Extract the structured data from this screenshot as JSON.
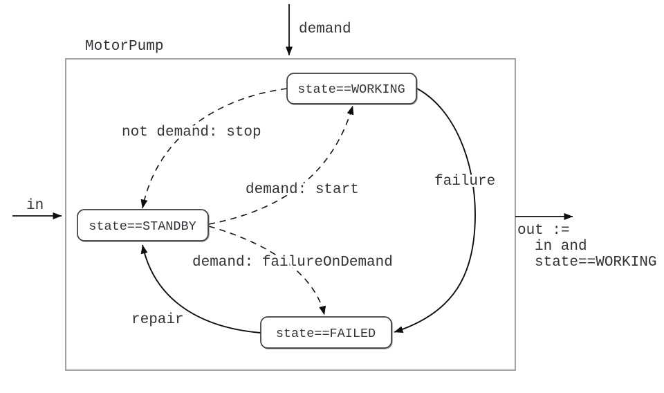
{
  "diagram": {
    "title": "MotorPump",
    "colors": {
      "background": "#ffffff",
      "line": "#0d0d0d",
      "frame_border": "#6f6f6f",
      "state_border": "#3a3a3a",
      "text": "#323238"
    },
    "inputs": {
      "demand": {
        "label": "demand"
      },
      "in": {
        "label": "in"
      }
    },
    "output": {
      "line1": "out :=",
      "line2": "in and",
      "line3": "state==WORKING"
    },
    "states": {
      "working": {
        "label": "state==WORKING"
      },
      "standby": {
        "label": "state==STANDBY"
      },
      "failed": {
        "label": "state==FAILED"
      }
    },
    "transitions": {
      "stop": {
        "label": "not demand: stop",
        "from": "working",
        "to": "standby",
        "line": "dashed"
      },
      "start": {
        "label": "demand: start",
        "from": "standby",
        "to": "working",
        "line": "dashed"
      },
      "failure_on_demand": {
        "label": "demand: failureOnDemand",
        "from": "standby",
        "to": "failed",
        "line": "dashed"
      },
      "failure": {
        "label": "failure",
        "from": "working",
        "to": "failed",
        "line": "solid"
      },
      "repair": {
        "label": "repair",
        "from": "failed",
        "to": "standby",
        "line": "solid"
      }
    }
  }
}
